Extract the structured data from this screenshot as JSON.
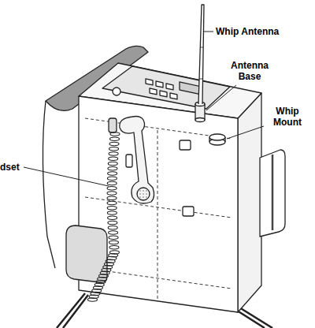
{
  "diagram": {
    "labels": [
      "Whip Antenna",
      "Antenna Base",
      "Whip Mount",
      "dset"
    ]
  }
}
